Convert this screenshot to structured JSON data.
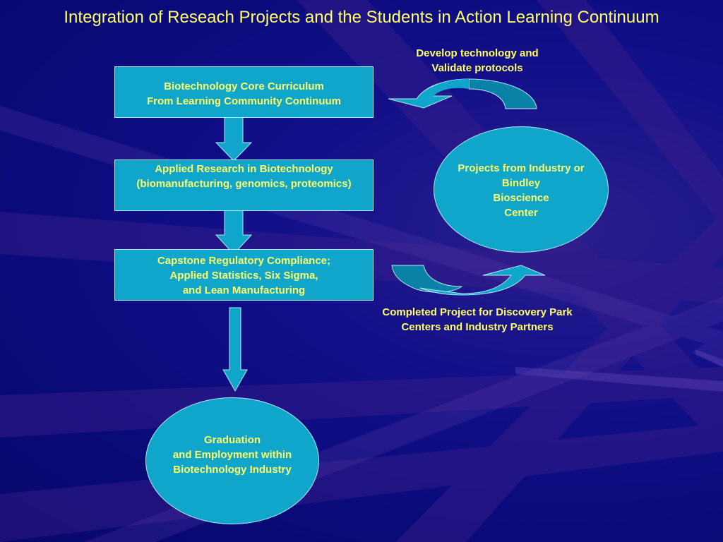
{
  "slide": {
    "title": "Integration of Reseach Projects and the Students in Action Learning Continuum"
  },
  "flow": {
    "core_curriculum": {
      "line1": "Biotechnology Core Curriculum",
      "line2": "From Learning Community Continuum"
    },
    "applied_research": {
      "line1": "Applied Research in Biotechnology",
      "line2": "(biomanufacturing, genomics, proteomics)"
    },
    "capstone": {
      "line1": "Capstone Regulatory Compliance;",
      "line2": "Applied Statistics, Six Sigma,",
      "line3": "and Lean Manufacturing"
    },
    "graduation": {
      "line1": "Graduation",
      "line2": "and Employment within",
      "line3": "Biotechnology Industry"
    }
  },
  "side": {
    "develop_label": {
      "line1": "Develop technology and",
      "line2": "Validate protocols"
    },
    "projects": {
      "line1": "Projects from Industry or",
      "line2": "Bindley",
      "line3": "Bioscience",
      "line4": "Center"
    },
    "completed_label": {
      "line1": "Completed Project for Discovery Park",
      "line2": "Centers and Industry Partners"
    }
  },
  "colors": {
    "background": "#0a0a78",
    "shape_fill": "#10a6cc",
    "text": "#ffff66",
    "curved_arrow_dark": "#0a82a8"
  }
}
